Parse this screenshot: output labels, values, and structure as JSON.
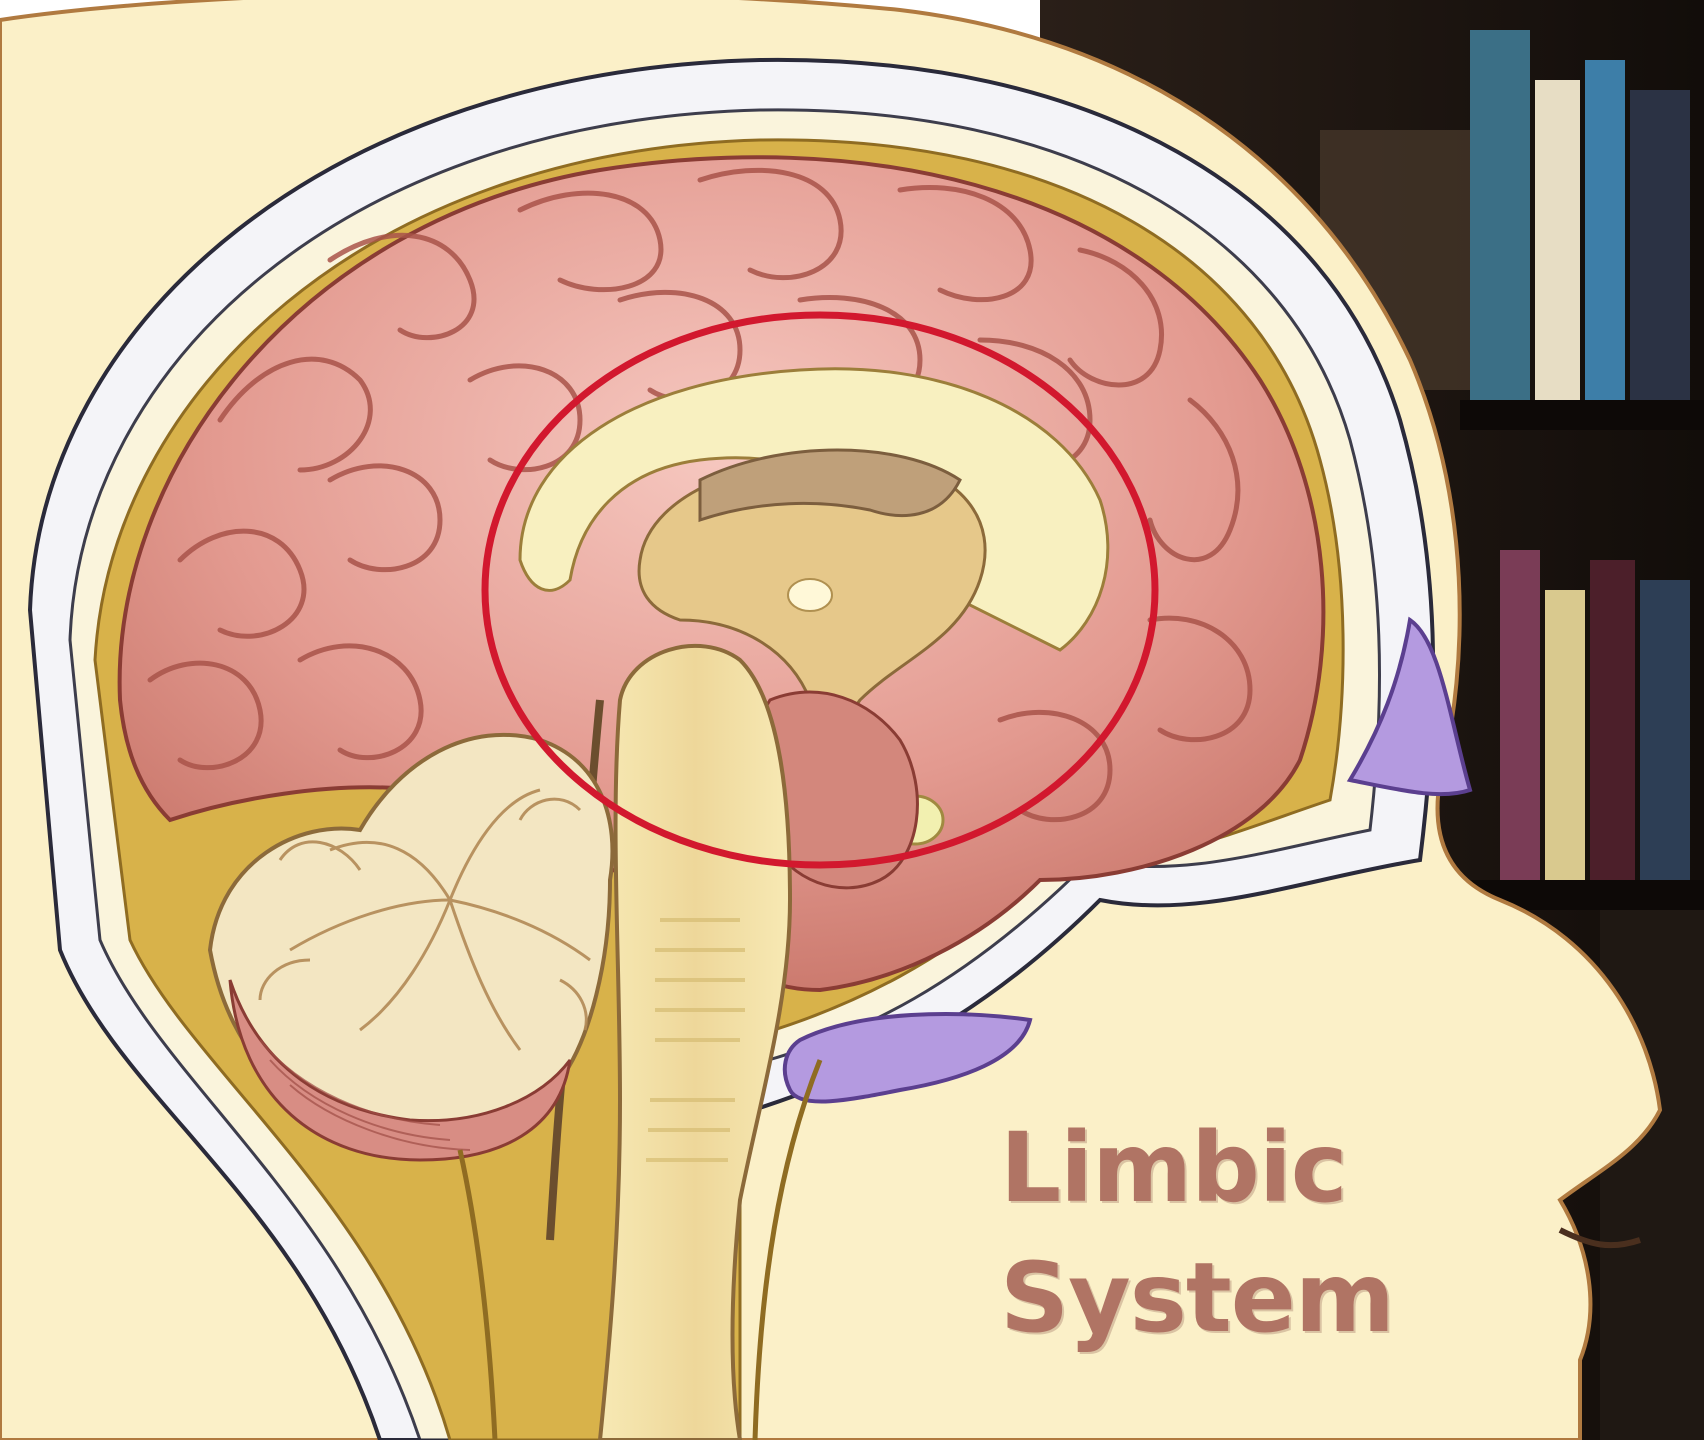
{
  "caption": {
    "line1": "Limbic",
    "line2": "System"
  },
  "colors": {
    "background_shelf": "#1a1410",
    "skin": "#fbf0c8",
    "skull_band": "#f4f4f8",
    "dura": "#d8b24a",
    "cortex": "#e09c92",
    "cortex_shadow": "#c4766c",
    "cerebellum": "#f3e6c2",
    "brainstem": "#f2dfa2",
    "thalamus": "#e6c88a",
    "corpus_callosum": "#f8f0c0",
    "sinus": "#b49ae0",
    "highlight_ring": "#d2182e",
    "caption": "#b07464"
  },
  "icons": {
    "highlight": "limbic-region-highlight-ring"
  }
}
